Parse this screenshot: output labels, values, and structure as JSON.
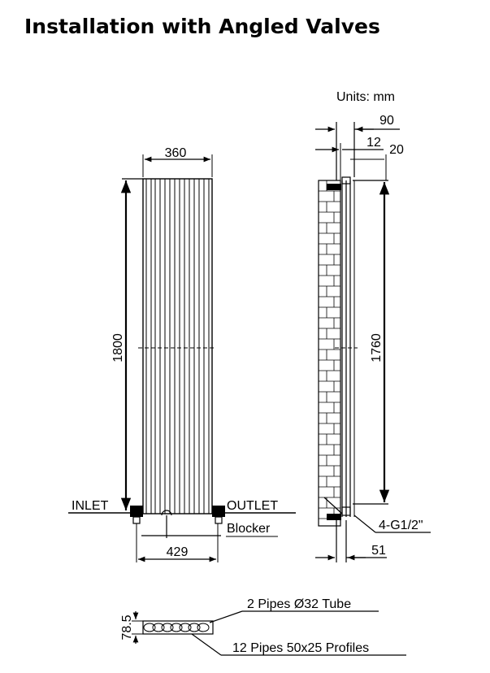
{
  "title": "Installation with Angled Valves",
  "units_label": "Units: mm",
  "front_view": {
    "width_label": "360",
    "height_label": "1800",
    "inlet_label": "INLET",
    "outlet_label": "OUTLET",
    "blocker_label": "Blocker",
    "valve_spacing_label": "429"
  },
  "side_view": {
    "depth_label": "90",
    "offset_12_label": "12",
    "offset_20_label": "20",
    "height_label": "1760",
    "connection_label": "4-G1/2\"",
    "bottom_label": "51"
  },
  "plan_view": {
    "depth_label": "78.5",
    "tube_label": "2 Pipes Ø32  Tube",
    "profiles_label": "12 Pipes 50x25   Profiles"
  }
}
